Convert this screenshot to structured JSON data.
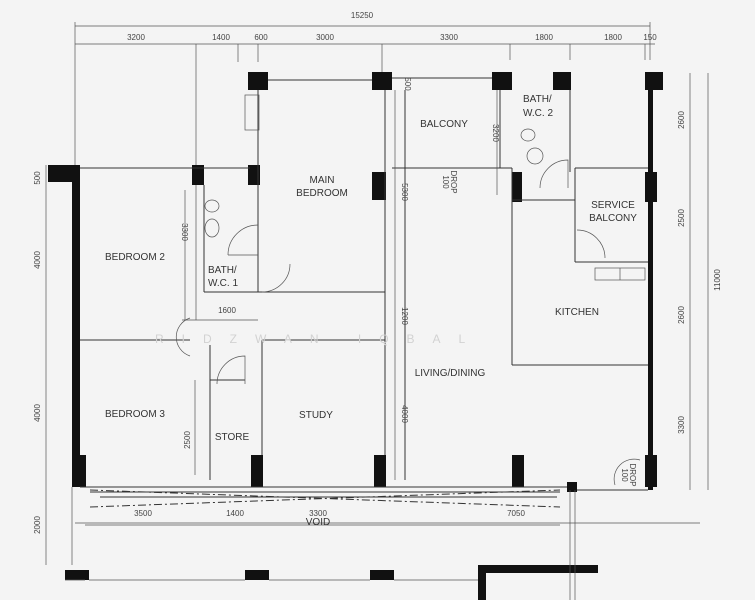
{
  "rooms": {
    "bedroom2": "BEDROOM 2",
    "bedroom3": "BEDROOM 3",
    "main_bedroom_1": "MAIN",
    "main_bedroom_2": "BEDROOM",
    "balcony": "BALCONY",
    "bath2_1": "BATH/",
    "bath2_2": "W.C. 2",
    "bath1_1": "BATH/",
    "bath1_2": "W.C. 1",
    "service_balcony_1": "SERVICE",
    "service_balcony_2": "BALCONY",
    "kitchen": "KITCHEN",
    "living_dining": "LIVING/DINING",
    "study": "STUDY",
    "store": "STORE",
    "void": "VOID"
  },
  "dimensions": {
    "top_total": "15250",
    "top": [
      "3200",
      "1400",
      "600",
      "3000",
      "3300",
      "1800",
      "1800",
      "150"
    ],
    "left": [
      "500",
      "4000",
      "4000",
      "2000"
    ],
    "right": [
      "2600",
      "2500",
      "2600",
      "3300"
    ],
    "right_total": "11000",
    "bottom": [
      "3500",
      "1400",
      "3300",
      "7050"
    ],
    "interior": {
      "bath1_h": "3300",
      "corridor_w": "1600",
      "store_h": "2500",
      "living_h1": "5300",
      "living_h2": "1200",
      "living_h3": "4000",
      "balcony_h": "3200",
      "ledge": "500",
      "drop1": "100",
      "drop1b": "DROP",
      "drop2": "100",
      "drop2b": "DROP"
    }
  },
  "watermark": "RIDZWAN IQBAL"
}
